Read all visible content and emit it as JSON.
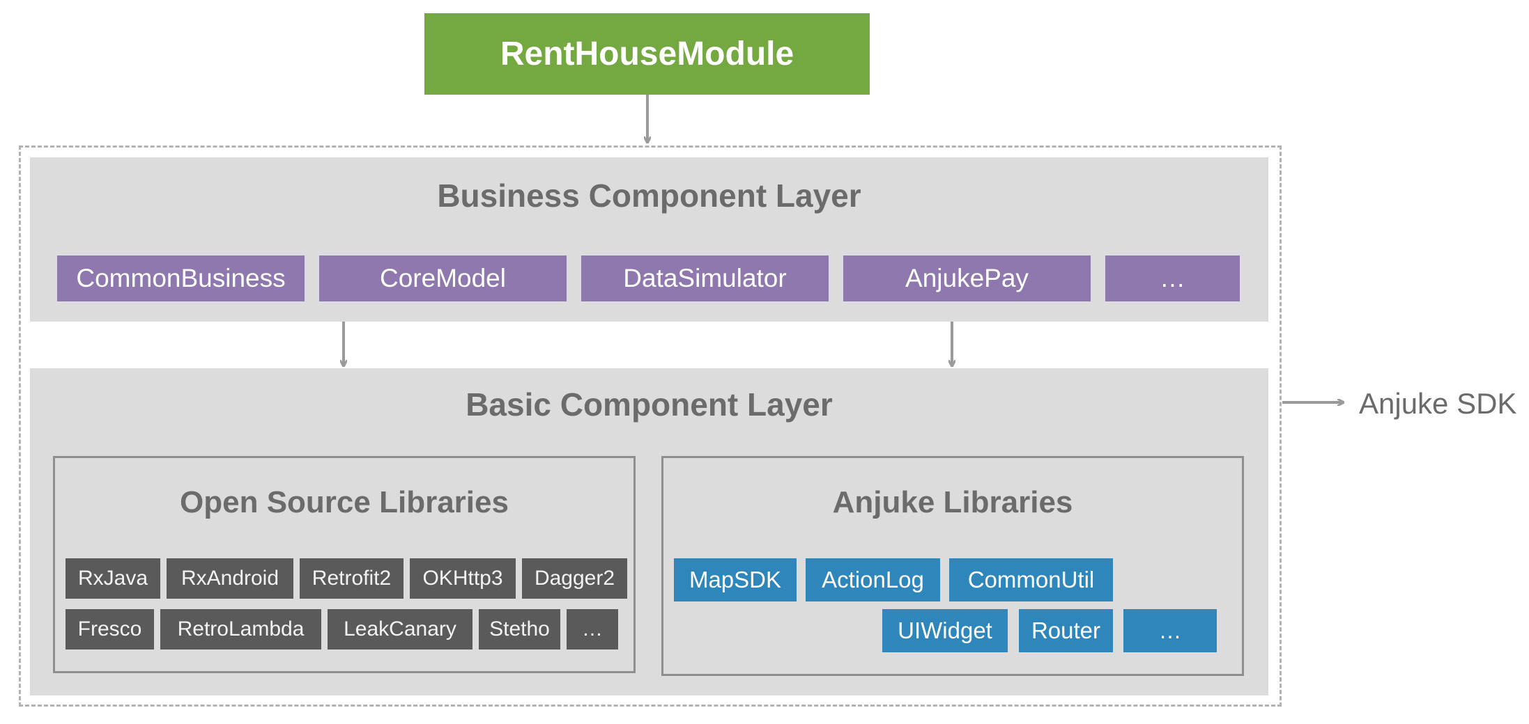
{
  "top_module": {
    "label": "RentHouseModule"
  },
  "business_layer": {
    "title": "Business Component Layer",
    "items": [
      "CommonBusiness",
      "CoreModel",
      "DataSimulator",
      "AnjukePay",
      "…"
    ]
  },
  "basic_layer": {
    "title": "Basic Component Layer",
    "open_source": {
      "title": "Open Source Libraries",
      "items": [
        "RxJava",
        "RxAndroid",
        "Retrofit2",
        "OKHttp3",
        "Dagger2",
        "Fresco",
        "RetroLambda",
        "LeakCanary",
        "Stetho",
        "…"
      ]
    },
    "anjuke": {
      "title": "Anjuke Libraries",
      "items": [
        "MapSDK",
        "ActionLog",
        "CommonUtil",
        "UIWidget",
        "Router",
        "…"
      ]
    }
  },
  "sdk_label": "Anjuke SDK",
  "colors": {
    "module_green": "#74a840",
    "business_purple": "#8e78ae",
    "open_source_gray": "#5a5a5a",
    "anjuke_blue": "#2e86bb",
    "layer_gray": "#dcdcdc",
    "connector_gray": "#9a9a9a"
  }
}
